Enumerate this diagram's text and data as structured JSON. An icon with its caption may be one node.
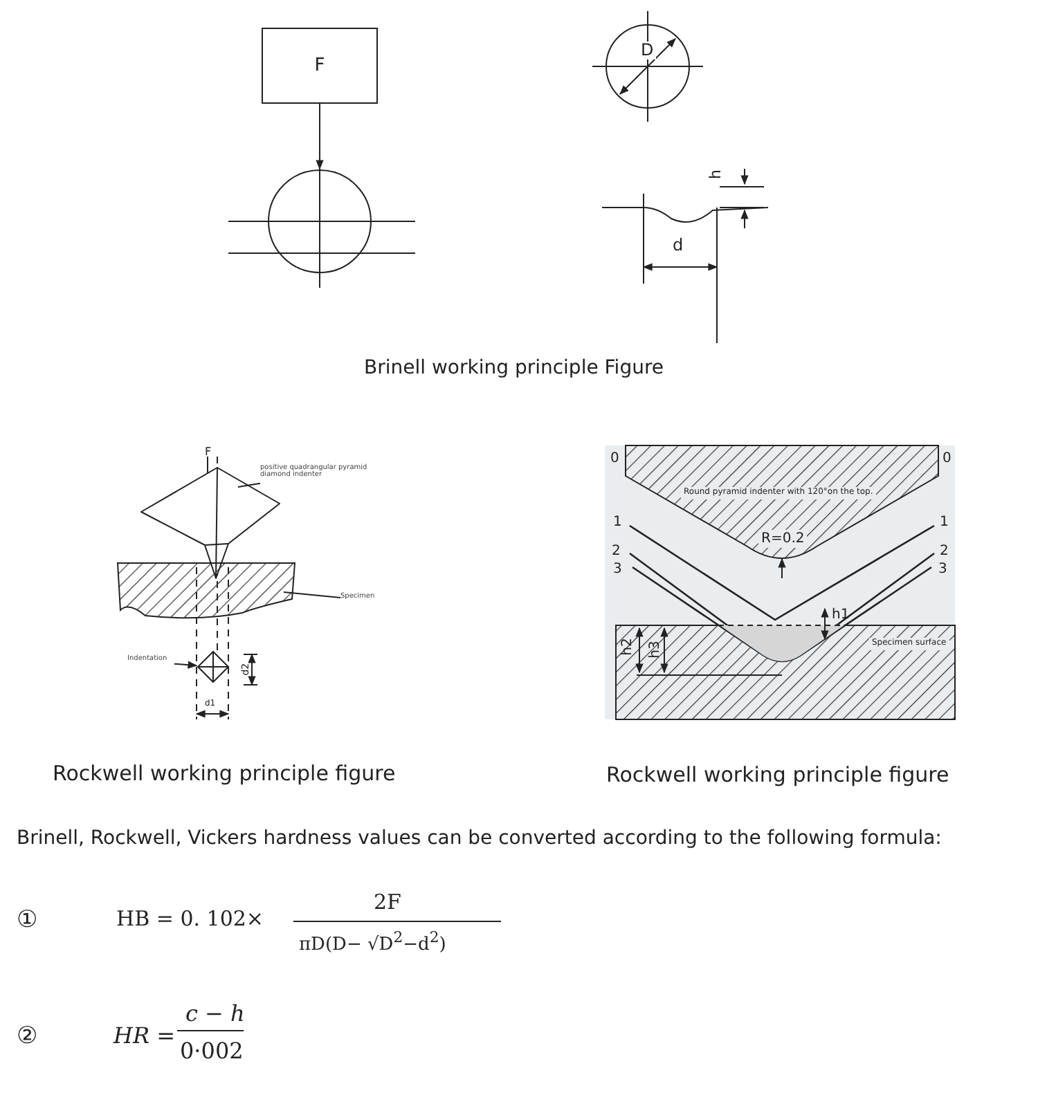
{
  "diagram": {
    "nodes": [
      {
        "text": [
          "F"
        ]
      },
      {
        "text": [],
        "shape": "circle"
      },
      {
        "text": [
          "positive quadrangular pyramid diamond indenter"
        ]
      },
      {
        "text": [],
        "shape": "picture"
      },
      {
        "text": [
          "Specimen"
        ]
      },
      {
        "text": [],
        "shape": "picture"
      },
      {
        "text": [
          "Indentation"
        ]
      },
      {
        "text": [],
        "shape": "diamond"
      }
    ],
    "edges": [
      {
        "from": 0,
        "to": 1,
        "arrow": "to"
      },
      {
        "from": 2,
        "to": 3,
        "arrow": "none"
      },
      {
        "from": 4,
        "to": 5,
        "arrow": "none"
      },
      {
        "from": 6,
        "to": 7,
        "arrow": "to"
      }
    ],
    "labels": [
      "D",
      "h",
      "d",
      "Brinell working principle Figure",
      "F",
      "d2",
      "d1",
      "0",
      "0",
      "Round pyramid indenter with 120°on the top.",
      "R=0.2",
      "1",
      "1",
      "2",
      "2",
      "3",
      "3",
      "h1",
      "h2",
      "h3",
      "Specimen surface",
      "Rockwell working principle figure",
      "Rockwell working principle figure",
      "Brinell, Rockwell, Vickers hardness values can be converted according to the following formula:",
      "①",
      "HB = 0. 102×",
      "2F",
      "πD(D− √D$^{2}$−d$^{2}$)",
      "②",
      "HR =",
      "c − h",
      "0·002"
    ]
  }
}
